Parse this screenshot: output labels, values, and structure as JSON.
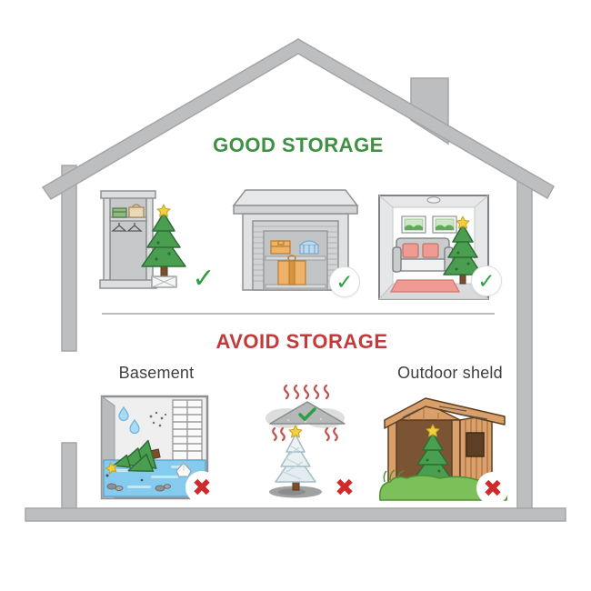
{
  "page": {
    "background": "#ffffff",
    "description_note": "House cross-section infographic about Christmas tree storage"
  },
  "sections": {
    "good": {
      "title": "GOOD STORAGE",
      "items": [
        {
          "id": "closet",
          "illustration": "wardrobe-closet-with-tree",
          "verdict": "check"
        },
        {
          "id": "garage",
          "illustration": "garage-with-shelves-and-boxes",
          "verdict": "check"
        },
        {
          "id": "living-room",
          "illustration": "indoor-room-with-sofa-and-tree",
          "verdict": "check"
        }
      ]
    },
    "avoid": {
      "title": "AVOID STORAGE",
      "items": [
        {
          "id": "basement",
          "label": "Basement",
          "illustration": "flooded-basement-with-fallen-tree",
          "verdict": "cross"
        },
        {
          "id": "heated-attic",
          "illustration": "heat-over-wrapped-tree",
          "verdict": "cross"
        },
        {
          "id": "outdoor-shed",
          "label": "Outdoor sheld",
          "illustration": "wooden-shed-with-tree",
          "verdict": "cross"
        }
      ]
    }
  },
  "icons": {
    "check_glyph": "✓",
    "cross_glyph": "✖"
  },
  "colors": {
    "house_gray": "#bcbec0",
    "house_stroke": "#a3a5a7",
    "good_green": "#3f8f44",
    "avoid_red": "#c23a3c",
    "check_green": "#2f9e44",
    "cross_red": "#cf2b2b",
    "label_gray": "#3e3e40",
    "divider_gray": "#b9bbbd",
    "tree_green": "#4a9e50",
    "tree_outline": "#2f6b35",
    "star_yellow": "#f2cf3c",
    "water_blue": "#85cbf0",
    "heat_red": "#c0504d",
    "wood_brown": "#d9a06b",
    "grass_green": "#7cc05a",
    "pink_accent": "#ef9a92"
  }
}
